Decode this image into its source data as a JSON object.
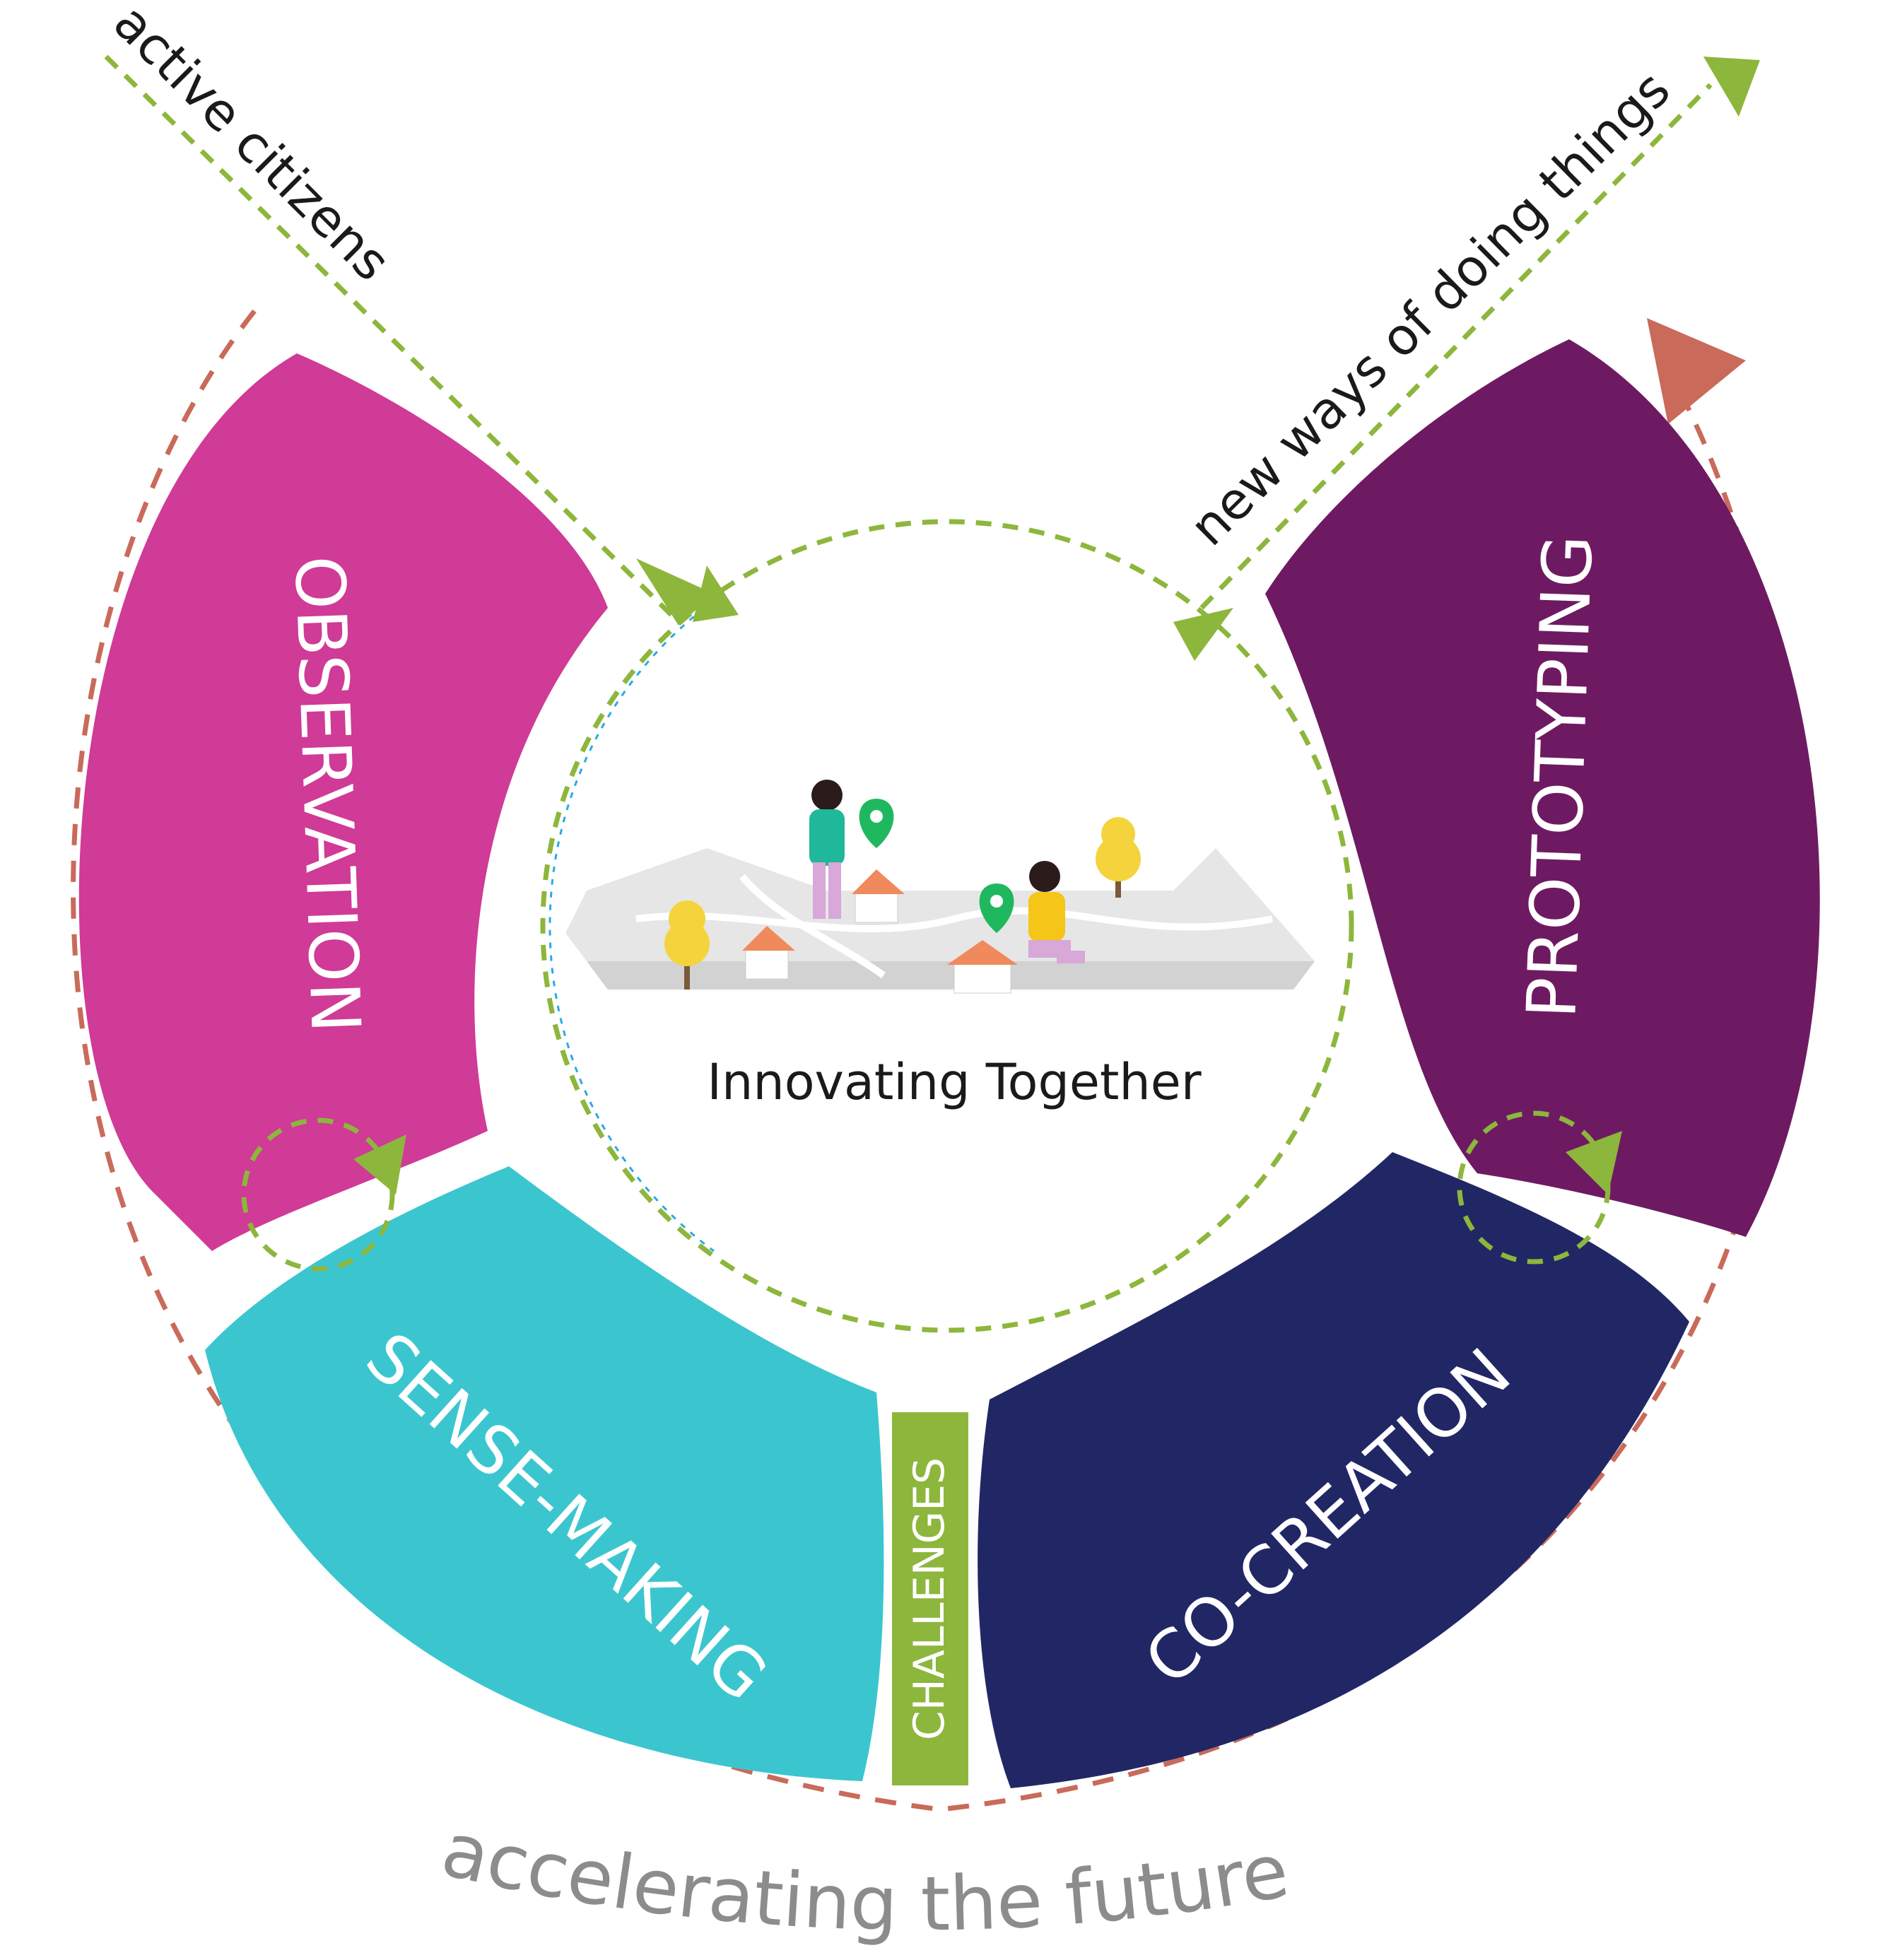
{
  "diagram": {
    "center_title": "Innovating Together",
    "phases": [
      {
        "label": "OBSERVATION",
        "color": "#CF3B96"
      },
      {
        "label": "SENSE-MAKING",
        "color": "#3BC6CF"
      },
      {
        "label": "CO-CREATION",
        "color": "#212765"
      },
      {
        "label": "PROTOTYPING",
        "color": "#6E1A62"
      }
    ],
    "challenges": {
      "label": "CHALLENGES",
      "color": "#8DB63C"
    },
    "flow_labels": {
      "input": "active citizens",
      "output": "new ways of doing things",
      "outer": "accelerating the future"
    },
    "colors": {
      "green_dash": "#8DB63C",
      "outer_dash": "#C96A5A",
      "outer_text": "#8C8C8C",
      "blue_dash": "#29ABE2",
      "text_dark": "#1A1A1A",
      "text_light": "#FFFFFF"
    },
    "icons": [
      "woman-icon",
      "location-pin-icon",
      "house-icon",
      "tree-icon",
      "map-icon"
    ]
  }
}
